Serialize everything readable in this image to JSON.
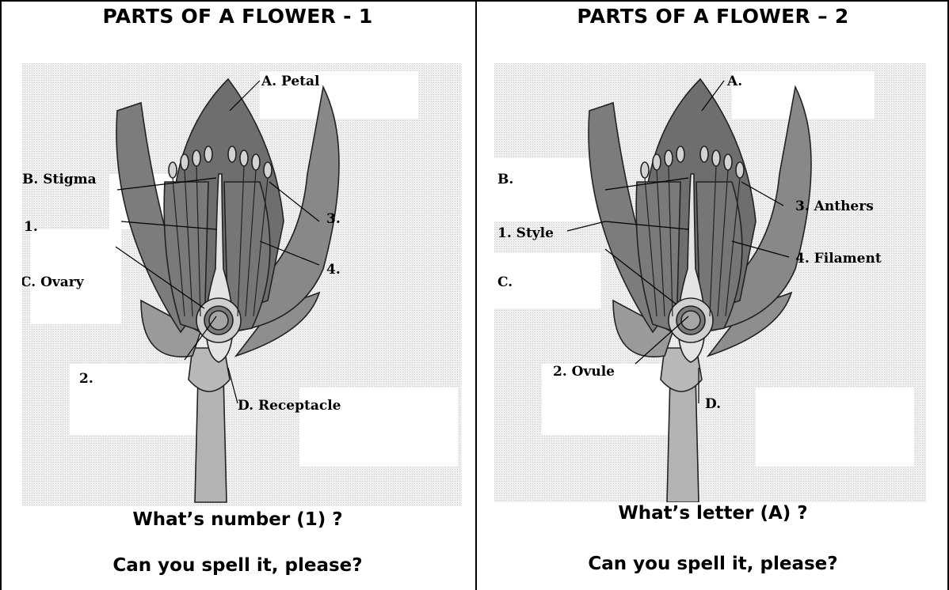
{
  "panels": [
    {
      "title": "PARTS OF A FLOWER - 1",
      "labels": {
        "a": "A. Petal",
        "b": "B. Stigma",
        "one": "1.",
        "c": "C. Ovary",
        "two": "2.",
        "d": "D. Receptacle",
        "three": "3.",
        "four": "4."
      },
      "question": "What’s number (1) ?",
      "prompt": "Can you spell it, please?"
    },
    {
      "title": "PARTS OF A FLOWER – 2",
      "labels": {
        "a": "A.",
        "b": "B.",
        "one": "1. Style",
        "c": "C.",
        "two": "2. Ovule",
        "d": "D.",
        "three": "3. Anthers",
        "four": "4. Filament"
      },
      "question": "What’s letter (A) ?",
      "prompt": "Can you spell it, please?"
    }
  ]
}
